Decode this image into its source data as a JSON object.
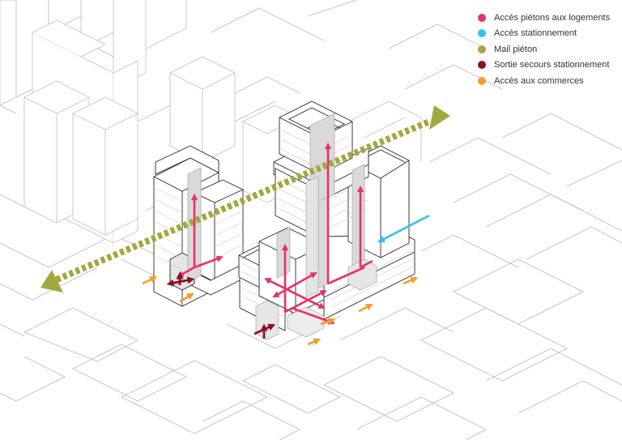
{
  "legend": {
    "items": [
      {
        "label": "Accès piétons aux logements",
        "color": "#e8306a"
      },
      {
        "label": "Accès stationnement",
        "color": "#33c3ef"
      },
      {
        "label": "Mail piéton",
        "color": "#a2a83f"
      },
      {
        "label": "Sortie secours stationnement",
        "color": "#8b1022"
      },
      {
        "label": "Accès aux commerces",
        "color": "#f49d2f"
      }
    ]
  }
}
